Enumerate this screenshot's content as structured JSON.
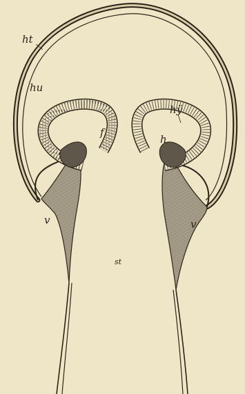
{
  "figure": {
    "labels": {
      "ht": "ht",
      "hu": "hu",
      "hy": "hÿ",
      "h": "h",
      "f": "f",
      "v_left": "v",
      "v_right": "v",
      "st": "st"
    },
    "colors": {
      "paper": "#efe6c8",
      "ink": "#2a2418",
      "shade": "#a39b86",
      "shade_dark": "#5e574a",
      "membrane": "#e3d8b6"
    }
  }
}
